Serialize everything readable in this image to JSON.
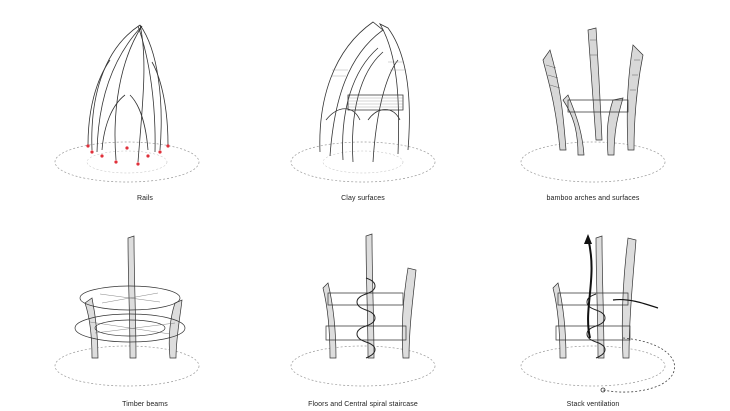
{
  "panels": [
    {
      "caption": "Rails"
    },
    {
      "caption": "Clay surfaces"
    },
    {
      "caption": "bamboo arches and surfaces"
    },
    {
      "caption": "Timber beams"
    },
    {
      "caption": "Floors and Central spiral staircase"
    },
    {
      "caption": "Stack ventilation"
    }
  ],
  "colors": {
    "line": "#222222",
    "guide": "#9a9a9a",
    "rail_marker": "#e0303a",
    "shading": "#555555"
  }
}
